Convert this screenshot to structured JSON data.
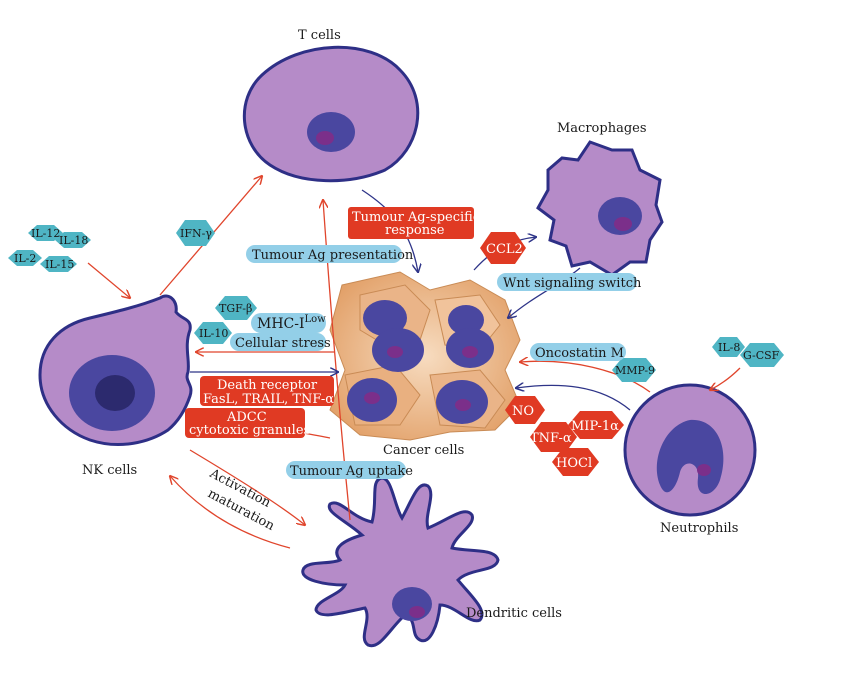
{
  "cells": {
    "t_cells": "T cells",
    "macrophages": "Macrophages",
    "nk_cells": "NK cells",
    "cancer_cells": "Cancer cells",
    "neutrophils": "Neutrophils",
    "dendritic_cells": "Dendritic cells"
  },
  "cytokines": {
    "il12": "IL-12",
    "il18": "IL-18",
    "il2": "IL-2",
    "il15": "IL-15",
    "ifn_gamma": "IFN-γ",
    "tgf_beta": "TGF-β",
    "il10": "IL-10",
    "il8": "IL-8",
    "g_csf": "G-CSF",
    "mmp9": "MMP-9"
  },
  "labels": {
    "tumour_ag_specific_line1": "Tumour Ag-specific",
    "tumour_ag_specific_line2": "response",
    "tumour_ag_presentation": "Tumour Ag presentation",
    "ccl2": "CCL2",
    "wnt_switch": "Wnt signaling switch",
    "mhc_main": "MHC-I",
    "mhc_sup": "Low",
    "cellular_stress": "Cellular stress",
    "oncostatin_m": "Oncostatin M",
    "death_receptor": "Death receptor",
    "fasl_trail": "FasL, TRAIL, TNF-α",
    "adcc": "ADCC",
    "cytotoxic_granules": "cytotoxic granules",
    "no": "NO",
    "tnf_alpha": "TNF-α",
    "mip_1alpha": "MIP-1α",
    "hocl": "HOCl",
    "tumour_ag_uptake": "Tumour Ag uptake",
    "activation": "Activation",
    "maturation": "maturation"
  },
  "colors": {
    "cell_fill": "#b58bc8",
    "cell_outline": "#2e2f86",
    "nucleus": "#4a47a0",
    "cytokine_chip": "#4fb5c4",
    "effector_red": "#e03a23",
    "signal_blue": "#93cfe8",
    "cancer_fill": "#e8b27e",
    "arrow_red": "#e0452c",
    "arrow_blue": "#2e3488"
  }
}
